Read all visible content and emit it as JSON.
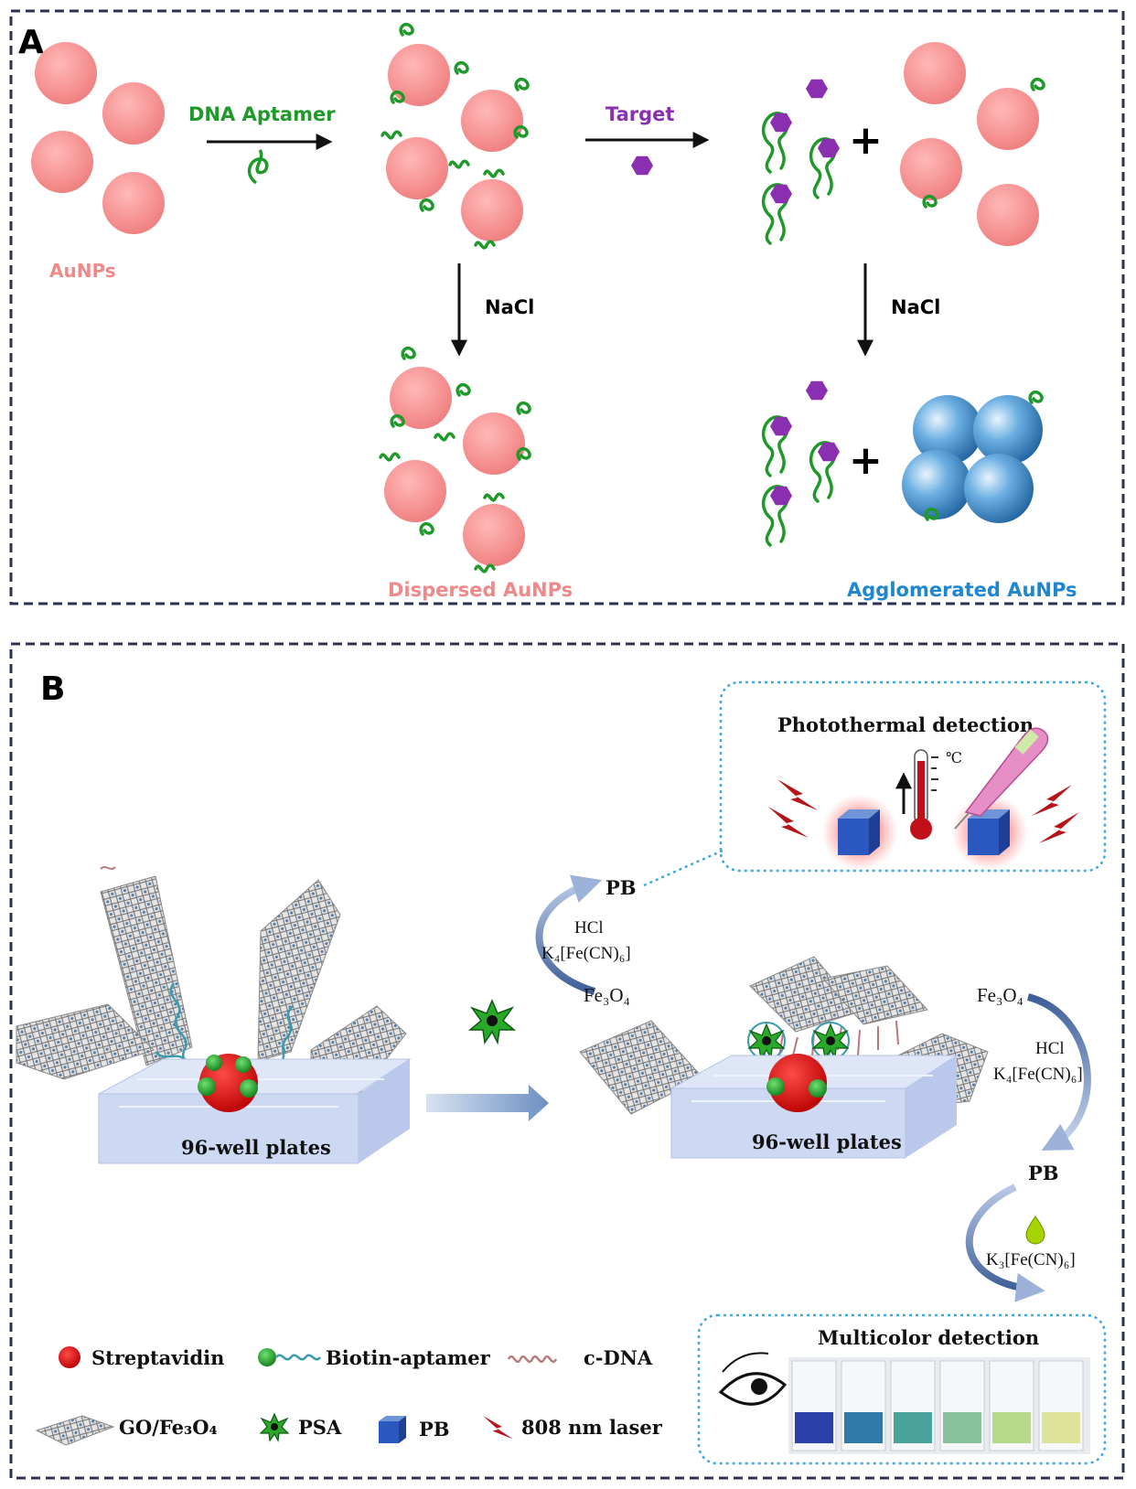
{
  "panel_a": {
    "label": "A",
    "aunps": "AuNPs",
    "dna_aptamer": "DNA Aptamer",
    "target": "Target",
    "nacl_left": "NaCl",
    "nacl_right": "NaCl",
    "plus": "+",
    "dispersed": "Dispersed AuNPs",
    "agglomerated": "Agglomerated AuNPs"
  },
  "panel_b": {
    "label": "B",
    "photothermal_title": "Photothermal detection",
    "celsius": "℃",
    "pb_top": "PB",
    "hcl_left": "HCl",
    "k4_left": "K₄[Fe(CN)₆]",
    "fe3o4_left": "Fe₃O₄",
    "fe3o4_right": "Fe₃O₄",
    "hcl_right": "HCl",
    "k4_right": "K₄[Fe(CN)₆]",
    "pb_right": "PB",
    "k3": "K₃[Fe(CN)₆]",
    "plates_left": "96-well plates",
    "plates_right": "96-well plates",
    "multicolor_title": "Multicolor detection",
    "legend": {
      "streptavidin": "Streptavidin",
      "biotin_aptamer": "Biotin-aptamer",
      "cdna": "c-DNA",
      "go_fe3o4": "GO/Fe₃O₄",
      "psa": "PSA",
      "pb": "PB",
      "laser": "808 nm laser"
    },
    "vial_colors": [
      "#2d3fa8",
      "#2f7aa8",
      "#4aa39a",
      "#86c19a",
      "#b6d98c",
      "#dfe39a"
    ]
  },
  "colors": {
    "aunp_pink": "#f08a8a",
    "aunp_blue": "#2f7fc6",
    "aptamer_green": "#1f9a2a",
    "target_purple": "#8a2fb0",
    "dispersed_text": "#f08a8a",
    "agglomerated_text": "#1f86d0"
  }
}
